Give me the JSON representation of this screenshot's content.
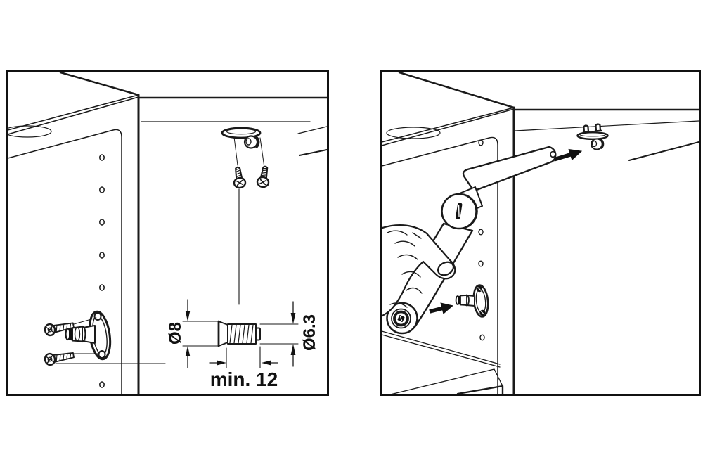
{
  "figure": {
    "kind": "furniture-fitting-installation-instructions",
    "colors": {
      "line": "#1a1a1a",
      "background": "#ffffff",
      "arrow": "#111111"
    },
    "panels": [
      {
        "id": "step-1",
        "description": "cabinet corner with top mounting plate, side mounting stud and screw dimension drawing",
        "dimensions": {
          "head_diameter": "Ø8",
          "thread_diameter": "Ø6.3",
          "min_depth": "min. 12"
        }
      },
      {
        "id": "step-2",
        "description": "hand inserting lever-arm fitting onto installed top plate and side stud"
      }
    ]
  }
}
